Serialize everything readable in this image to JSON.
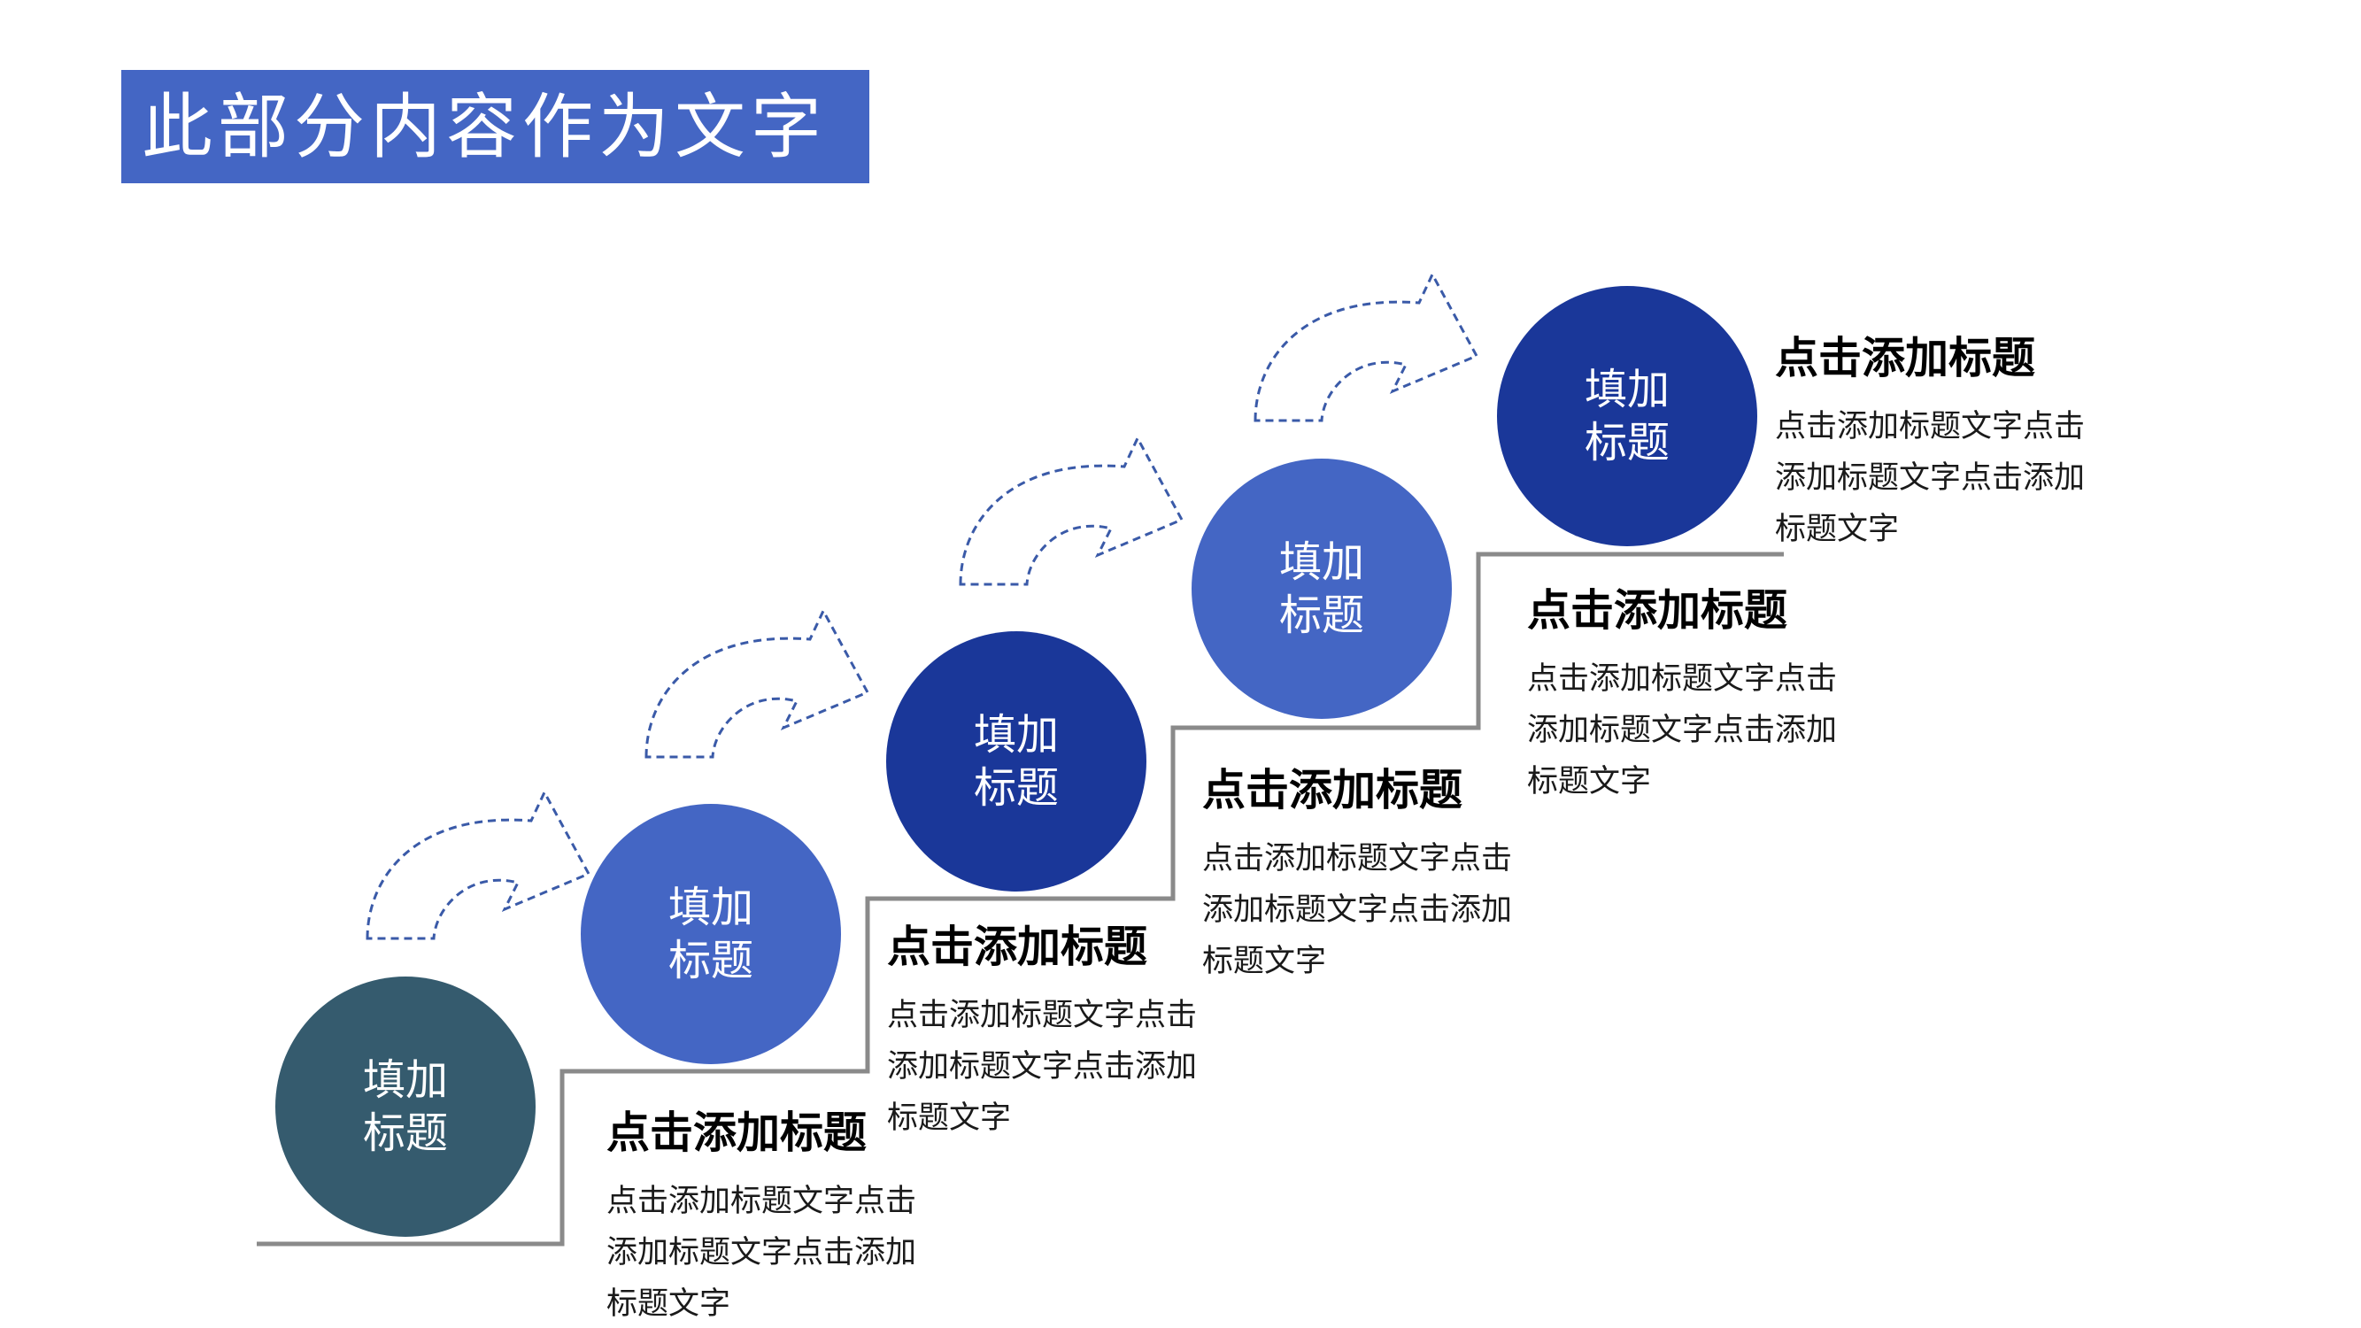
{
  "title": "此部分内容作为文字",
  "colors": {
    "title_bg": "#4466C4",
    "step_line": "#8A8A8A",
    "arrow_outline": "#3A5AA8"
  },
  "steps": [
    {
      "node": "填加\n标题",
      "node_line1": "填加",
      "node_line2": "标题",
      "heading": "点击添加标题",
      "desc": "点击添加标题文字点击添加标题文字点击添加标题文字",
      "color": "#355B6E"
    },
    {
      "node": "填加\n标题",
      "node_line1": "填加",
      "node_line2": "标题",
      "heading": "点击添加标题",
      "desc": "点击添加标题文字点击添加标题文字点击添加标题文字",
      "color": "#4466C4"
    },
    {
      "node": "填加\n标题",
      "node_line1": "填加",
      "node_line2": "标题",
      "heading": "点击添加标题",
      "desc": "点击添加标题文字点击添加标题文字点击添加标题文字",
      "color": "#1A3799"
    },
    {
      "node": "填加\n标题",
      "node_line1": "填加",
      "node_line2": "标题",
      "heading": "点击添加标题",
      "desc": "点击添加标题文字点击添加标题文字点击添加标题文字",
      "color": "#4466C4"
    },
    {
      "node": "填加\n标题",
      "node_line1": "填加",
      "node_line2": "标题",
      "heading": "点击添加标题",
      "desc": "点击添加标题文字点击添加标题文字点击添加标题文字",
      "color": "#1A3799"
    }
  ]
}
